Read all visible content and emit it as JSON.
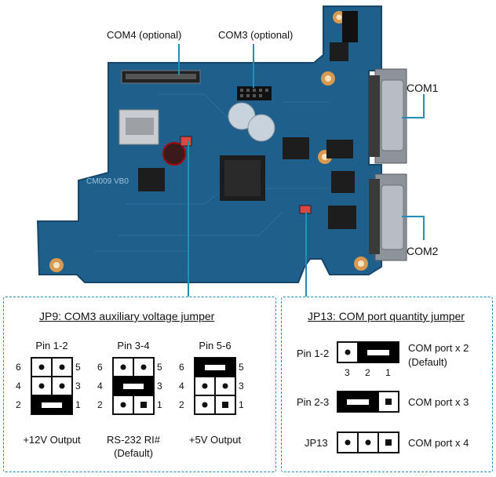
{
  "callouts": {
    "com4": "COM4 (optional)",
    "com3": "COM3 (optional)",
    "com1": "COM1",
    "com2": "COM2"
  },
  "board": {
    "silkscreen": "CM009 VB0"
  },
  "jp9": {
    "title": "JP9: COM3 auxiliary voltage jumper",
    "columns": [
      {
        "heading": "Pin 1-2",
        "caption": "+12V Output",
        "caption2": ""
      },
      {
        "heading": "Pin 3-4",
        "caption": "RS-232 RI#",
        "caption2": "(Default)"
      },
      {
        "heading": "Pin 5-6",
        "caption": "+5V Output",
        "caption2": ""
      }
    ],
    "pin_labels": {
      "p6": "6",
      "p5": "5",
      "p4": "4",
      "p3": "3",
      "p2": "2",
      "p1": "1"
    }
  },
  "jp13": {
    "title": "JP13: COM port quantity jumper",
    "rows": [
      {
        "label": "Pin 1-2",
        "desc": "COM port x 2",
        "desc2": "(Default)"
      },
      {
        "label": "Pin 2-3",
        "desc": "COM port x 3",
        "desc2": ""
      },
      {
        "label": "JP13",
        "desc": "COM port x 4",
        "desc2": ""
      }
    ],
    "pin_numbers": [
      "3",
      "2",
      "1"
    ]
  },
  "colors": {
    "pcb": "#1f5f8c",
    "pcb_dark": "#17486c",
    "callout_line": "#1f8fb5",
    "dashed_border": "#1f8fb5",
    "jumper_cap": "#000000"
  }
}
